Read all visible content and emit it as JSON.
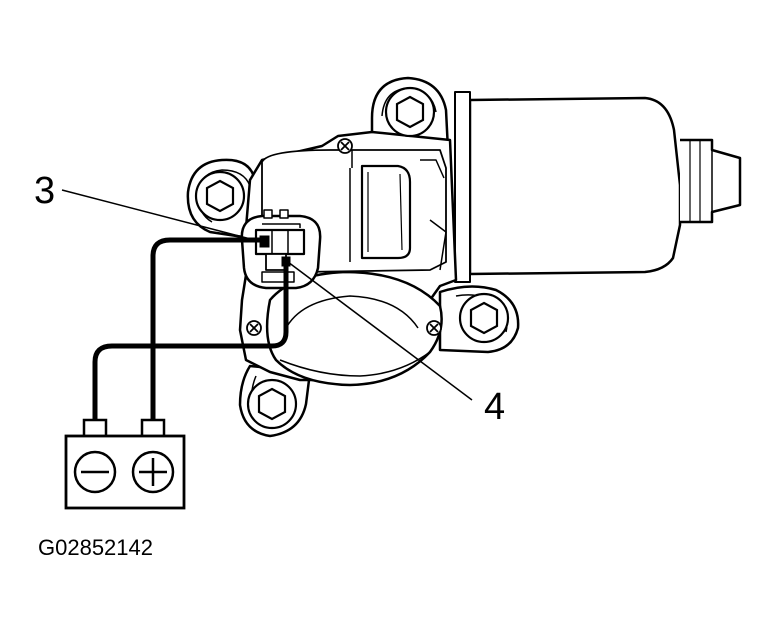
{
  "callouts": {
    "terminal_3": "3",
    "terminal_4": "4"
  },
  "figure_id": "G02852142",
  "colors": {
    "line": "#000000",
    "background": "#ffffff",
    "shading": "#cfcfcf"
  }
}
